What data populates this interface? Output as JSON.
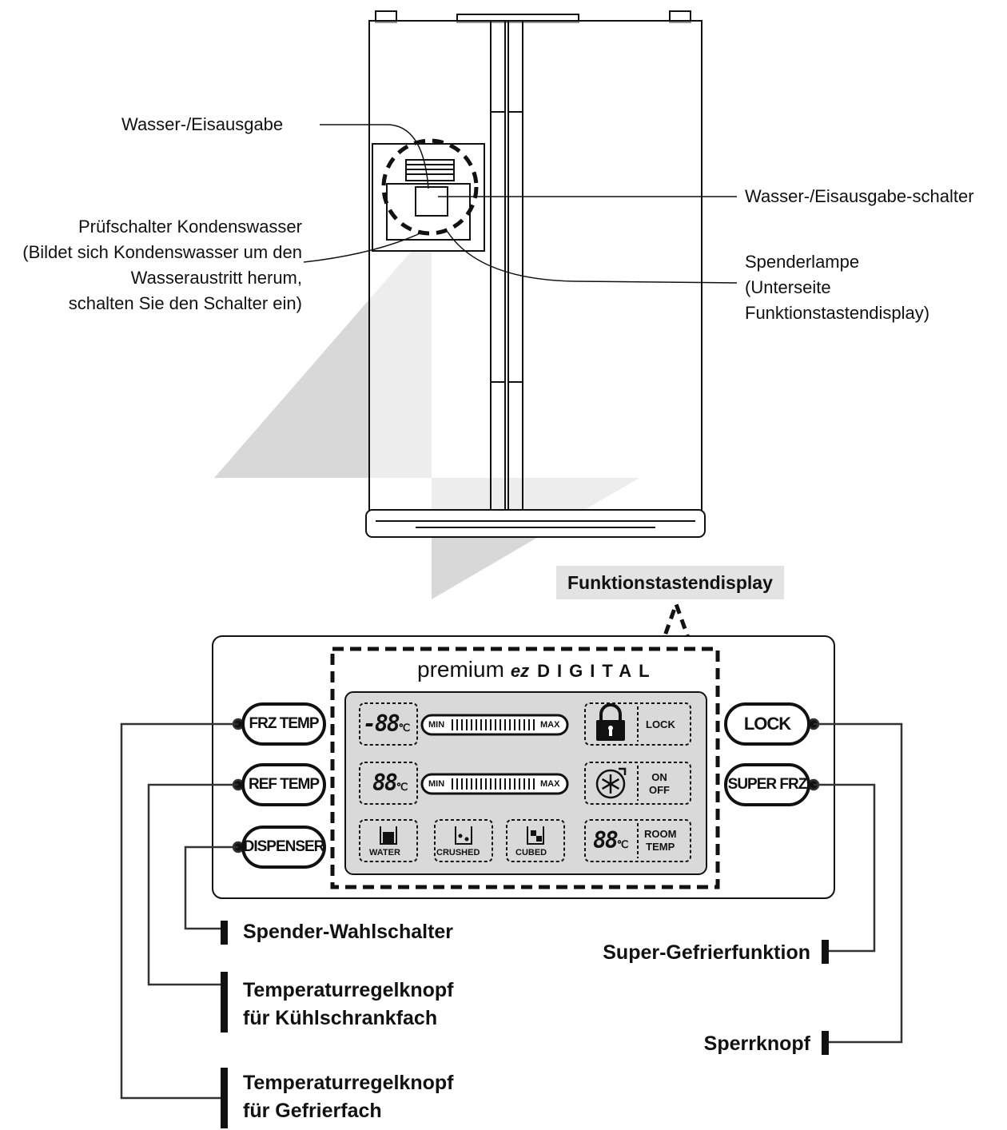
{
  "fridge_callouts": {
    "dispenser": "Wasser-/Eisausgabe",
    "dispenser_switch": "Wasser-/Eisausgabe-schalter",
    "condensate_switch": [
      "Prüfschalter Kondenswasser",
      "(Bildet sich Kondenswasser um den",
      "Wasseraustritt herum,",
      "schalten Sie den Schalter ein)"
    ],
    "dispenser_lamp": [
      "Spenderlampe",
      "(Unterseite",
      "Funktionstastendisplay)"
    ]
  },
  "panel_tag": "Funktionstastendisplay",
  "brand": {
    "premium": "premium",
    "ez": "ez",
    "digital": "DIGITAL"
  },
  "buttons": {
    "frz_temp": "FRZ TEMP",
    "ref_temp": "REF TEMP",
    "dispenser": "DISPENSER",
    "lock": "LOCK",
    "super_frz": "SUPER FRZ"
  },
  "display": {
    "frz_readout": "-88",
    "ref_readout": "88",
    "room_readout": "88",
    "unit": "℃",
    "bar_min": "MIN",
    "bar_max": "MAX",
    "lock_text": "LOCK",
    "on": "ON",
    "off": "OFF",
    "room": "ROOM",
    "temp": "TEMP",
    "water": "WATER",
    "crushed": "CRUSHED",
    "cubed": "CUBED"
  },
  "legend": {
    "dispenser_select": "Spender-Wahlschalter",
    "ref_temp_knob": [
      "Temperaturregelknopf",
      "für Kühlschrankfach"
    ],
    "frz_temp_knob": [
      "Temperaturregelknopf",
      "für Gefrierfach"
    ],
    "super_freeze": "Super-Gefrierfunktion",
    "lock_knob": "Sperrknopf"
  },
  "colors": {
    "line": "#111111",
    "arrow": "#d8d8d8",
    "tag_bg": "#e3e3e3"
  }
}
